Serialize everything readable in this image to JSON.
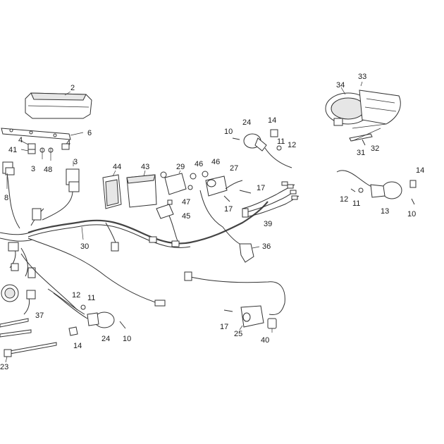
{
  "diagram": {
    "type": "exploded parts diagram",
    "labels": {
      "l2": "2",
      "l6": "6",
      "l4a": "4",
      "l4b": "4",
      "l41": "41",
      "l3a": "3",
      "l48": "48",
      "l3b": "3",
      "l8": "8",
      "l44": "44",
      "l43": "43",
      "l29": "29",
      "l46a": "46",
      "l46b": "46",
      "l27": "27",
      "l47": "47",
      "l45": "45",
      "l17a": "17",
      "l17b": "17",
      "l39": "39",
      "l30": "30",
      "l36": "36",
      "l10a": "10",
      "l24a": "24",
      "l14a": "14",
      "l11a": "11",
      "l12a": "12",
      "l33": "33",
      "l34": "34",
      "l31": "31",
      "l32": "32",
      "l14b": "14",
      "l12b": "12",
      "l11b": "11",
      "l13": "13",
      "l10b": "10",
      "l12c": "12",
      "l11c": "11",
      "l37": "37",
      "l24b": "24",
      "l10c": "10",
      "l14c": "14",
      "l23": "23",
      "l17c": "17",
      "l25": "25",
      "l40": "40"
    }
  }
}
